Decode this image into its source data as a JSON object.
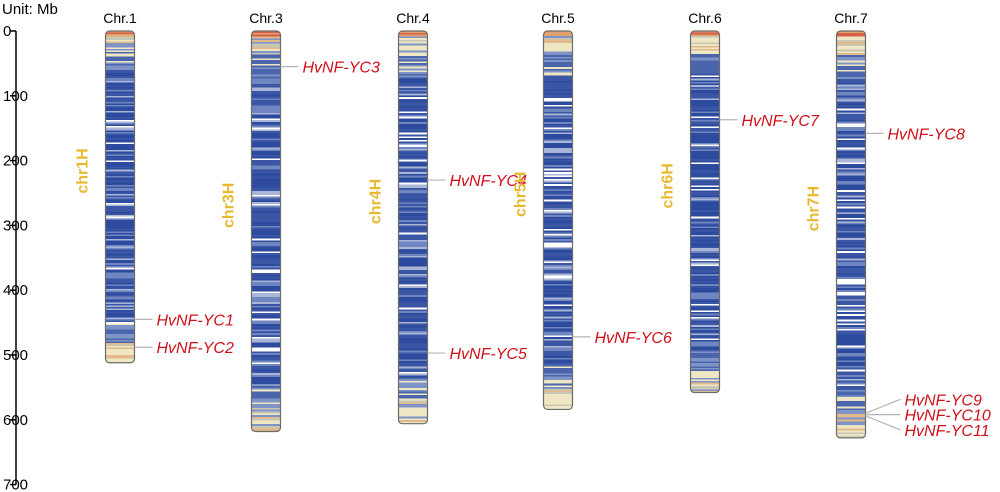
{
  "axis": {
    "unit_label": "Unit: Mb",
    "ticks": [
      0,
      100,
      200,
      300,
      400,
      500,
      600,
      700
    ],
    "max": 700
  },
  "colors": {
    "gene_label": "#d0101a",
    "chr_name": "#e8b930",
    "density_high": "#2c4a9e",
    "density_mid": "#7e94c6",
    "density_low": "#efe6c4",
    "density_peak": "#d5604a",
    "leader_line": "#b5b5b5"
  },
  "chart_data": {
    "type": "chromosome-map",
    "y_axis": {
      "label": "Unit: Mb",
      "range": [
        0,
        700
      ]
    },
    "chromosomes": [
      {
        "label": "Chr.1",
        "name": "chr1H",
        "length": 512,
        "genes": [
          {
            "name": "HvNF-YC1",
            "pos": 445
          },
          {
            "name": "HvNF-YC2",
            "pos": 488
          }
        ]
      },
      {
        "label": "Chr.3",
        "name": "chr3H",
        "length": 618,
        "genes": [
          {
            "name": "HvNF-YC3",
            "pos": 55
          }
        ]
      },
      {
        "label": "Chr.4",
        "name": "chr4H",
        "length": 606,
        "genes": [
          {
            "name": "HvNF-YC4",
            "pos": 230
          },
          {
            "name": "HvNF-YC5",
            "pos": 497
          }
        ]
      },
      {
        "label": "Chr.5",
        "name": "chr5H",
        "length": 584,
        "genes": [
          {
            "name": "HvNF-YC6",
            "pos": 472
          }
        ]
      },
      {
        "label": "Chr.6",
        "name": "chr6H",
        "length": 558,
        "genes": [
          {
            "name": "HvNF-YC7",
            "pos": 137
          }
        ]
      },
      {
        "label": "Chr.7",
        "name": "chr7H",
        "length": 628,
        "genes": [
          {
            "name": "HvNF-YC8",
            "pos": 158
          },
          {
            "name": "HvNF-YC9",
            "pos": 590
          },
          {
            "name": "HvNF-YC10",
            "pos": 592
          },
          {
            "name": "HvNF-YC11",
            "pos": 594
          }
        ]
      }
    ]
  }
}
